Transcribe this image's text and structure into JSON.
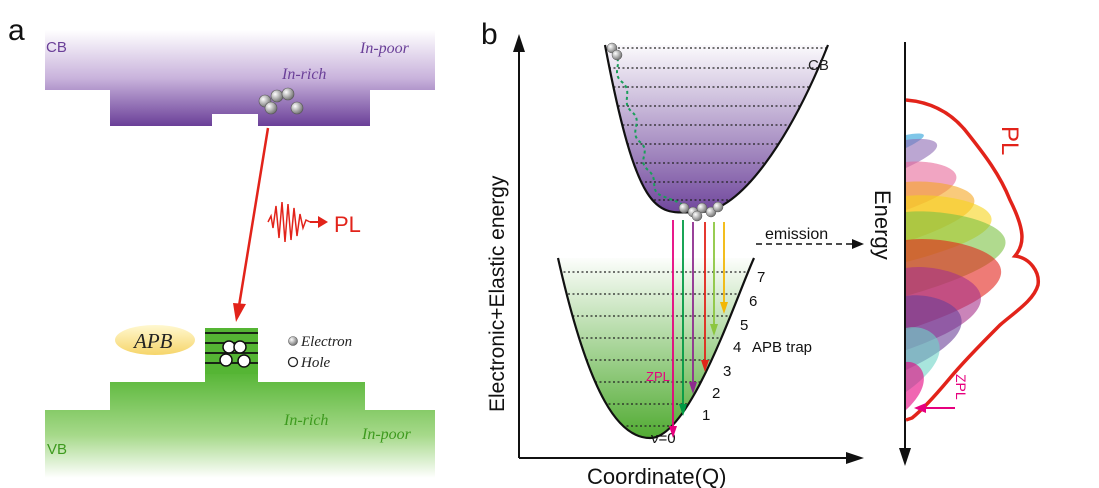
{
  "panel_a": {
    "label": "a",
    "cb_label": "CB",
    "cb_in_poor": "In-poor",
    "cb_in_rich": "In-rich",
    "pl_label": "PL",
    "apb_label": "APB",
    "legend_electron": "Electron",
    "legend_hole": "Hole",
    "vb_label": "VB",
    "vb_in_rich": "In-rich",
    "vb_in_poor": "In-poor",
    "colors": {
      "cb": "#6a3f98",
      "vb": "#55b534",
      "pl": "#e2231a"
    }
  },
  "panel_b": {
    "label": "b",
    "y_axis_label": "Electronic+Elastic energy",
    "x_axis_label": "Coordinate(Q)",
    "cb_label": "CB",
    "trap_label": "APB trap",
    "zpl_label": "ZPL",
    "emission_label": "emission",
    "levels": [
      "ν=0",
      "1",
      "2",
      "3",
      "4",
      "5",
      "6",
      "7"
    ],
    "energy_label": "Energy",
    "pl_label": "PL",
    "zpl_right_label": "ZPL",
    "colors": {
      "pl_envelope": "#e2231a",
      "zpl": "#e6007e",
      "transitions": [
        "#e6007e",
        "#009a44",
        "#8e2c8f",
        "#e2231a",
        "#8cc63f",
        "#f2b705"
      ]
    }
  }
}
